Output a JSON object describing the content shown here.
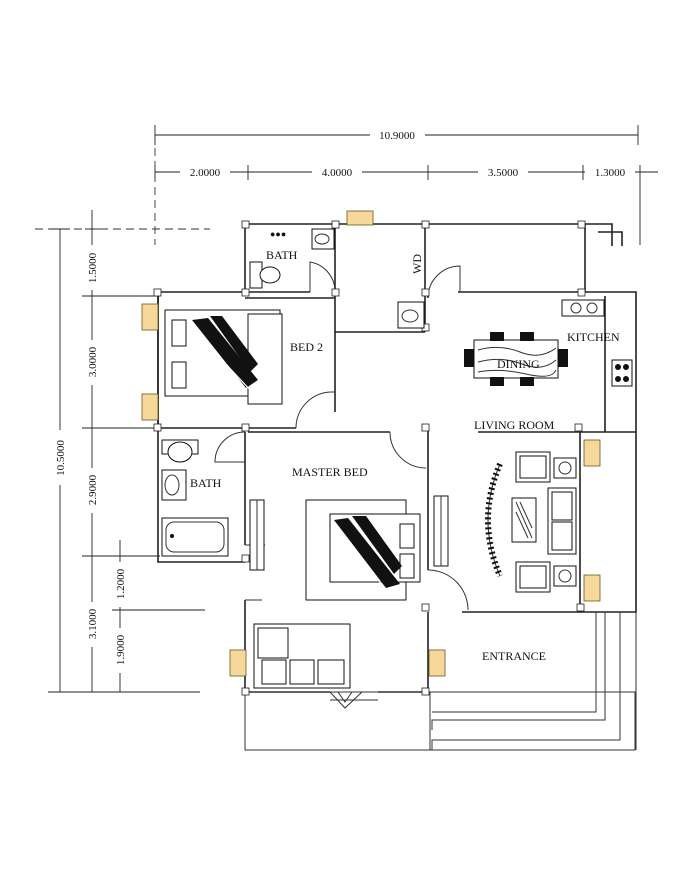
{
  "dimensions": {
    "top_total": "10.9000",
    "top_segments": [
      "2.0000",
      "4.0000",
      "3.5000",
      "1.3000"
    ],
    "left_total": "10.5000",
    "left_outer": [
      "1.5000",
      "3.0000",
      "2.9000",
      "3.1000"
    ],
    "left_inner": [
      "1.2000",
      "1.9000"
    ]
  },
  "rooms": {
    "bath_top": "BATH",
    "wd": "WD",
    "bed2": "BED 2",
    "dining": "DINING",
    "kitchen": "KITCHEN",
    "living": "LIVING ROOM",
    "bath_left": "BATH",
    "master": "MASTER BED",
    "entrance": "ENTRANCE"
  }
}
